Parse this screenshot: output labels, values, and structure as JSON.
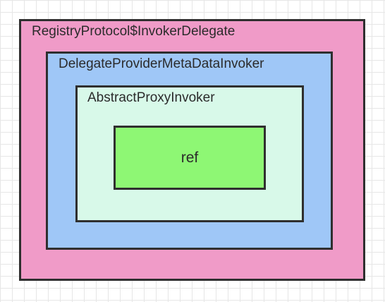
{
  "layers": {
    "outer": {
      "label": "RegistryProtocol$InvokerDelegate",
      "color": "#f09bc8"
    },
    "middle": {
      "label": "DelegateProviderMetaDataInvoker",
      "color": "#9fc7f7"
    },
    "inner": {
      "label": "AbstractProxyInvoker",
      "color": "#d8f9e9"
    },
    "core": {
      "label": "ref",
      "color": "#8ef774"
    }
  }
}
